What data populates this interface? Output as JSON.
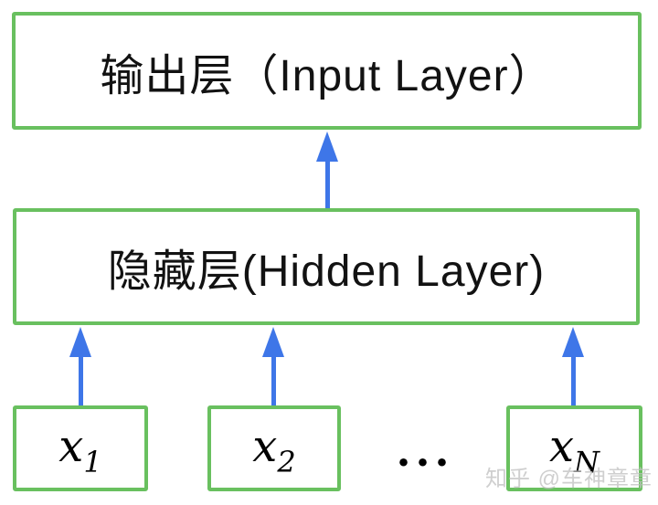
{
  "diagram": {
    "output_layer": {
      "label": "输出层（Input Layer）"
    },
    "hidden_layer": {
      "label": "隐藏层(Hidden Layer)"
    },
    "inputs": [
      {
        "base": "x",
        "sub": "1"
      },
      {
        "base": "x",
        "sub": "2"
      },
      {
        "base": "x",
        "sub": "N"
      }
    ],
    "ellipsis": "...",
    "colors": {
      "box_border": "#69c05f",
      "arrow": "#3e76e8",
      "text": "#121212",
      "watermark": "#bfbfbf"
    }
  },
  "watermark": {
    "text": "知乎 @车神章章"
  }
}
